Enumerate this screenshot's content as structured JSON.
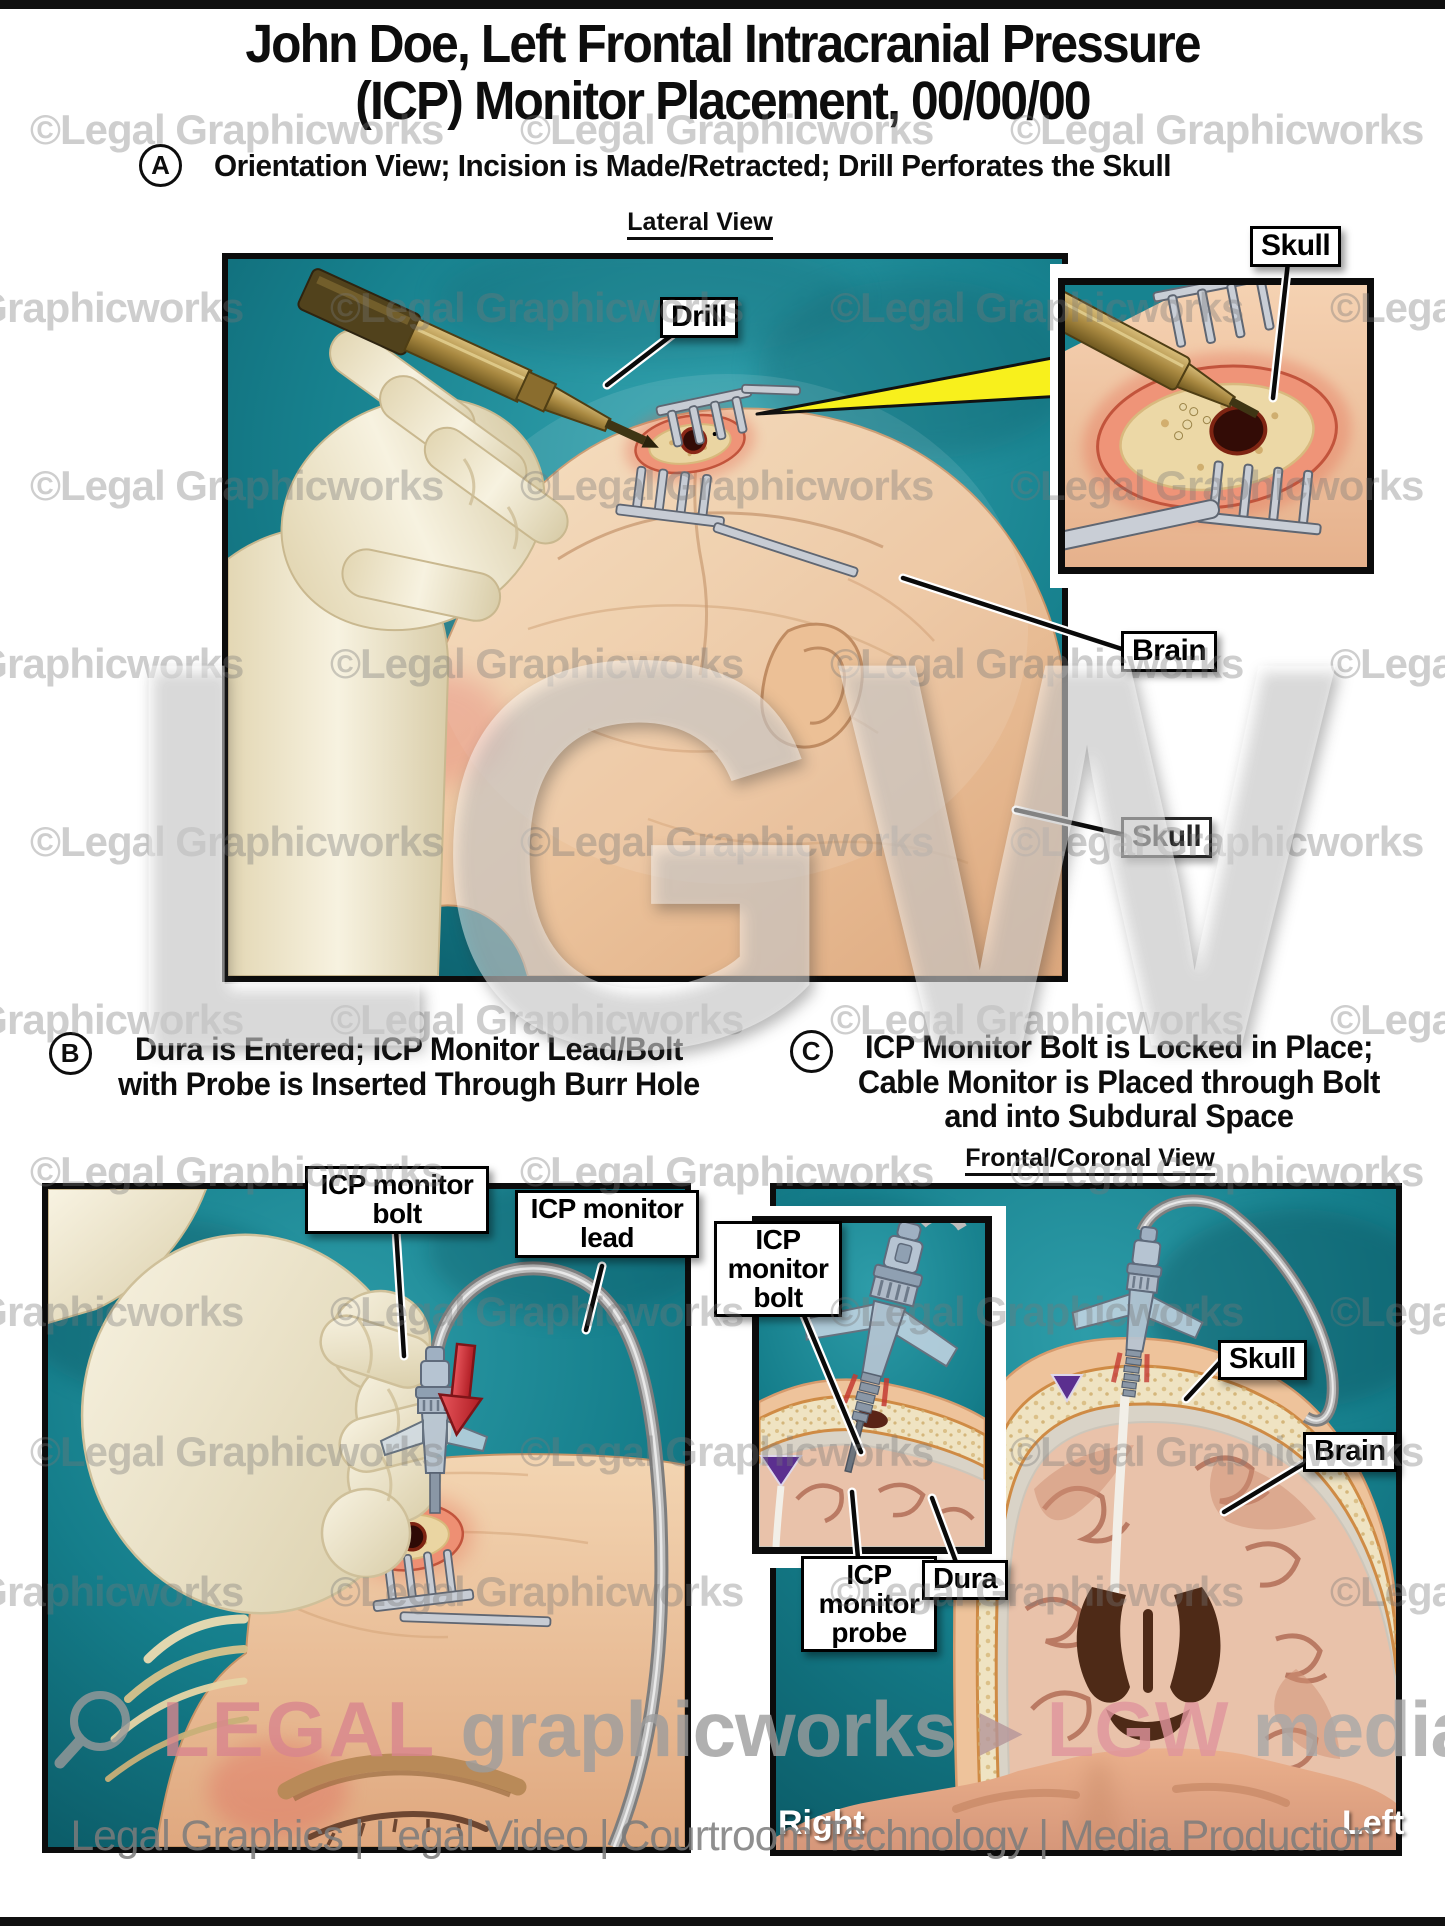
{
  "page": {
    "title_line1": "John Doe, Left Frontal Intracranial Pressure",
    "title_line2": "(ICP) Monitor Placement, 00/00/00",
    "footer": "Legal Graphics | Legal Video | Courtroom Technology | Media Production"
  },
  "watermark": {
    "tile_text": "©Legal Graphicworks",
    "big_text": "LGW",
    "brand_legal": "LEGAL",
    "brand_graphicworks": "graphicworks",
    "brand_play": "▶",
    "brand_lgw": "LGW",
    "brand_mediaworks": "mediaworks"
  },
  "colors": {
    "teal_background": "#17818e",
    "highlight_wedge_yellow": "#f8f01c",
    "label_background": "#ffffff",
    "watermark_gray": "#767676",
    "brand_pink": "#d9868e"
  },
  "panel_a": {
    "letter": "A",
    "heading": "Orientation View; Incision is Made/Retracted; Drill Perforates the Skull",
    "view_label": "Lateral View",
    "labels": {
      "drill": "Drill",
      "skull_inset": "Skull",
      "brain": "Brain",
      "skull_lower": "Skull"
    }
  },
  "panel_b": {
    "letter": "B",
    "heading_line1": "Dura is Entered; ICP Monitor Lead/Bolt",
    "heading_line2": "with Probe is Inserted Through Burr Hole",
    "labels": {
      "bolt": "ICP monitor bolt",
      "lead": "ICP monitor lead"
    }
  },
  "panel_c": {
    "letter": "C",
    "heading_line1": "ICP Monitor Bolt is Locked in Place;",
    "heading_line2": "Cable Monitor is Placed through Bolt",
    "heading_line3": "and into Subdural Space",
    "view_label": "Frontal/Coronal View",
    "labels": {
      "bolt": "ICP monitor bolt",
      "skull": "Skull",
      "brain": "Brain",
      "probe": "ICP monitor probe",
      "dura": "Dura",
      "right": "Right",
      "left": "Left"
    }
  }
}
